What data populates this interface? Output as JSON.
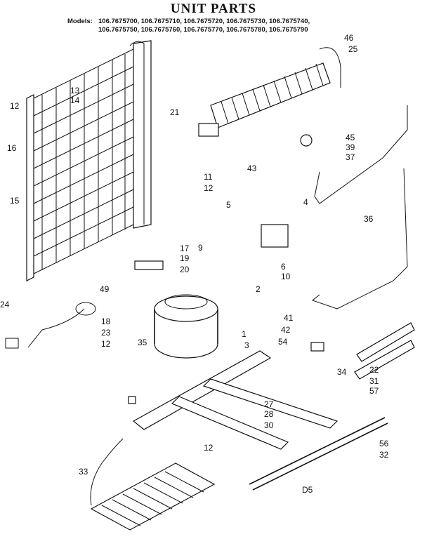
{
  "title": "UNIT PARTS",
  "models": {
    "label": "Models:",
    "line1": "106.7675700, 106.7675710, 106.7675720, 106.7675730, 106.7675740,",
    "line2": "106.7675750, 106.7675760, 106.7675770, 106.7675780, 106.7675790"
  },
  "diagram_code": "D5",
  "part_labels": [
    "46",
    "25",
    "21",
    "45",
    "39",
    "37",
    "43",
    "13",
    "14",
    "12",
    "16",
    "15",
    "11",
    "12",
    "5",
    "4",
    "36",
    "17",
    "19",
    "20",
    "9",
    "6",
    "10",
    "49",
    "2",
    "24",
    "18",
    "23",
    "12",
    "35",
    "1",
    "3",
    "41",
    "42",
    "54",
    "34",
    "22",
    "31",
    "57",
    "27",
    "28",
    "30",
    "12",
    "33",
    "56",
    "32"
  ]
}
